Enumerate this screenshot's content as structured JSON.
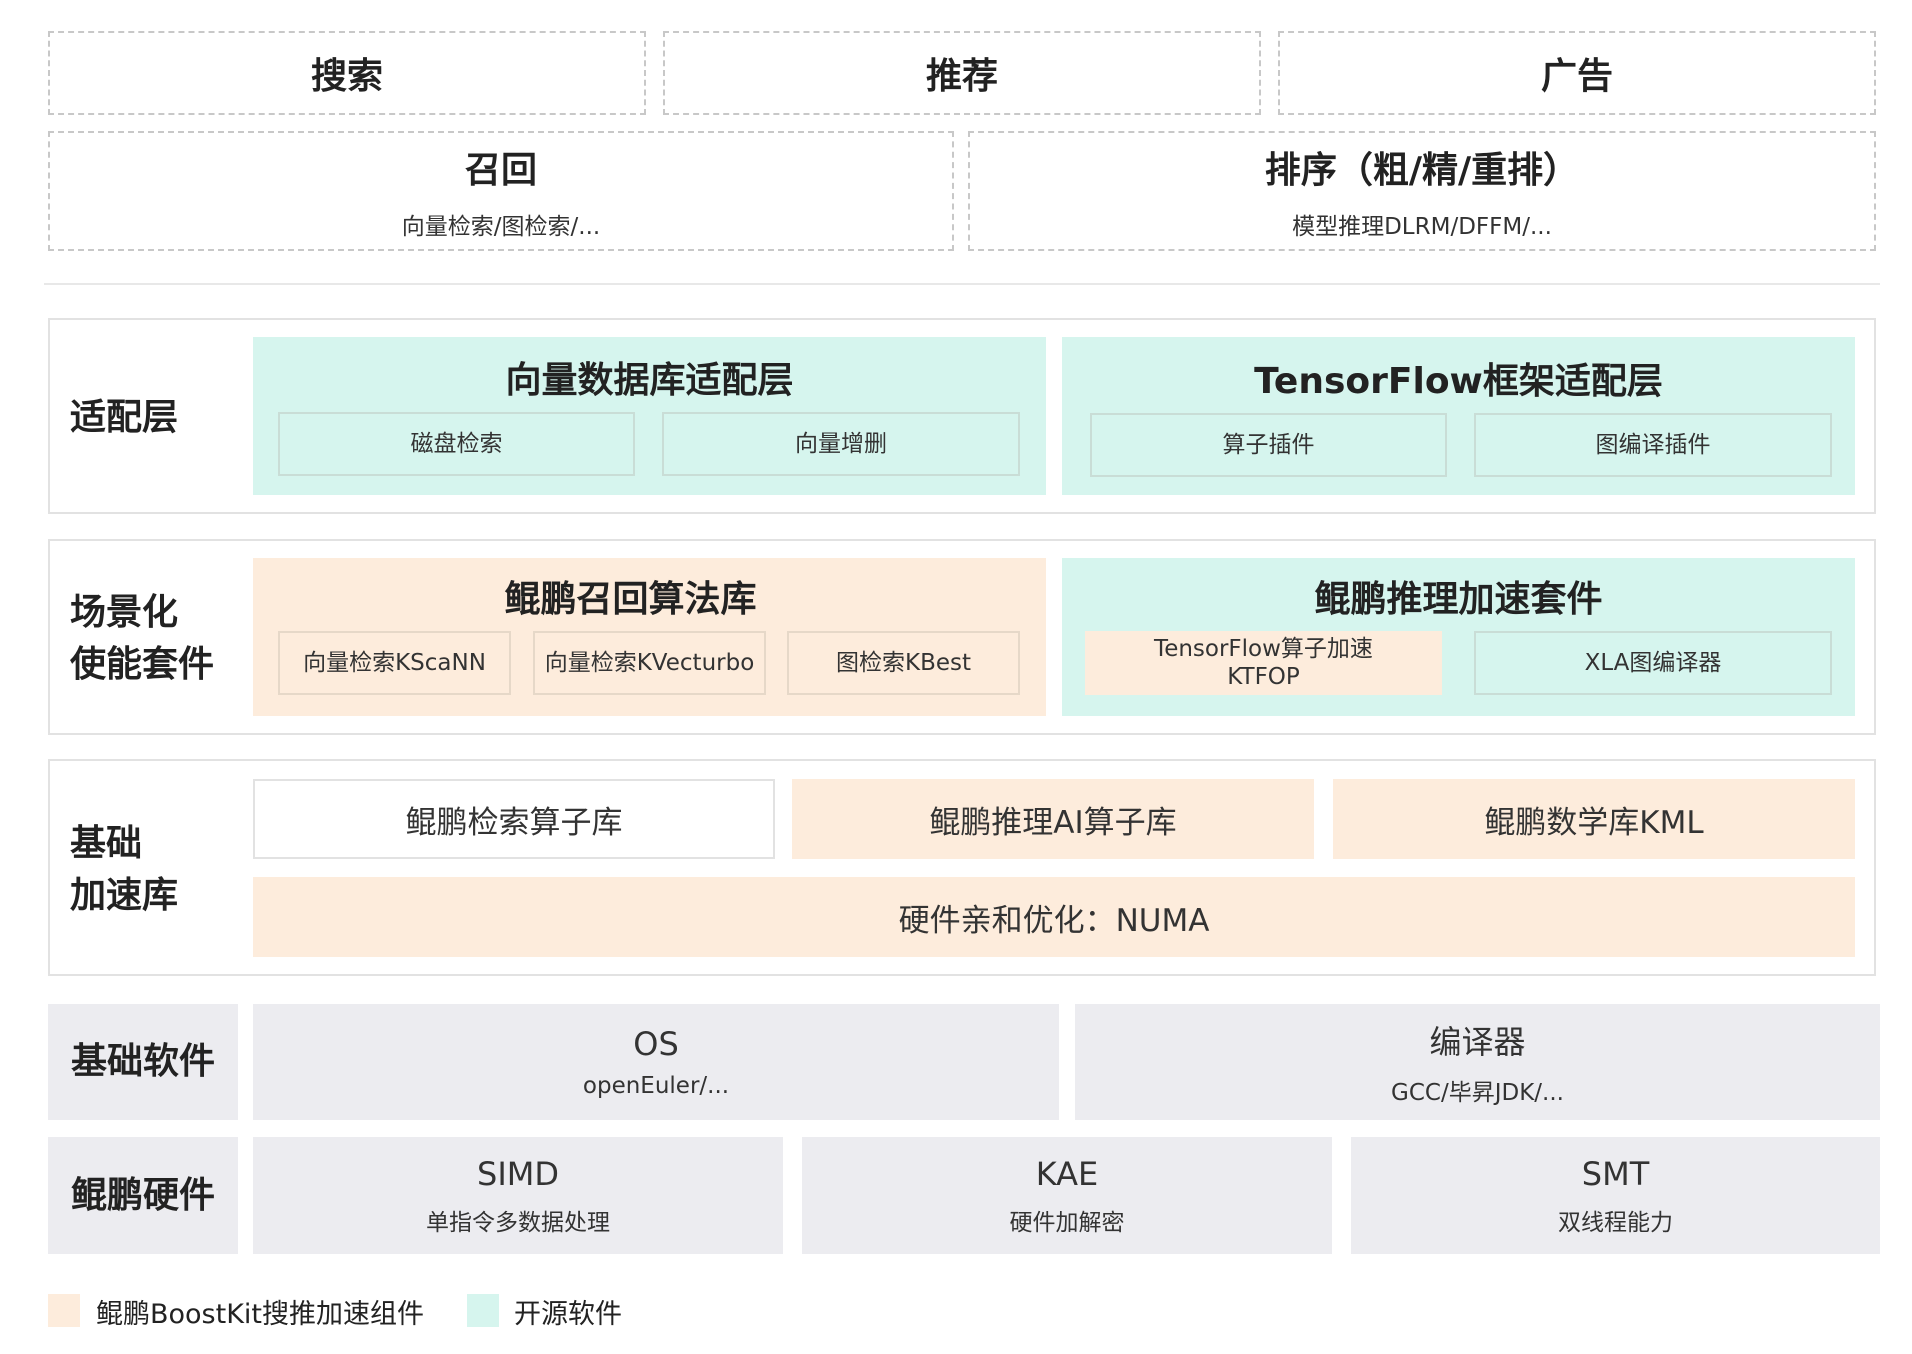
{
  "apps": [
    "搜索",
    "推荐",
    "广告"
  ],
  "stages": [
    {
      "title": "召回",
      "subtitle": "向量检索/图检索/..."
    },
    {
      "title": "排序（粗/精/重排）",
      "subtitle": "模型推理DLRM/DFFM/..."
    }
  ],
  "adapt_layer": {
    "label": "适配层",
    "groups": [
      {
        "title": "向量数据库适配层",
        "items": [
          "磁盘检索",
          "向量增删"
        ]
      },
      {
        "title": "TensorFlow框架适配层",
        "items": [
          "算子插件",
          "图编译插件"
        ]
      }
    ]
  },
  "scenario_layer": {
    "label_line1": "场景化",
    "label_line2": "使能套件",
    "groups": [
      {
        "title": "鲲鹏召回算法库",
        "items": [
          "向量检索KScaNN",
          "向量检索KVecturbo",
          "图检索KBest"
        ]
      },
      {
        "title": "鲲鹏推理加速套件",
        "items": [
          {
            "line1": "TensorFlow算子加速",
            "line2": "KTFOP"
          },
          {
            "line1": "XLA图编译器"
          }
        ]
      }
    ]
  },
  "base_accel": {
    "label_line1": "基础",
    "label_line2": "加速库",
    "libs": [
      "鲲鹏检索算子库",
      "鲲鹏推理AI算子库",
      "鲲鹏数学库KML"
    ],
    "hardware_opt": "硬件亲和优化：NUMA"
  },
  "base_software": {
    "label": "基础软件",
    "items": [
      {
        "title": "OS",
        "subtitle": "openEuler/..."
      },
      {
        "title": "编译器",
        "subtitle": "GCC/毕昇JDK/..."
      }
    ]
  },
  "kunpeng_hw": {
    "label": "鲲鹏硬件",
    "items": [
      {
        "title": "SIMD",
        "subtitle": "单指令多数据处理"
      },
      {
        "title": "KAE",
        "subtitle": "硬件加解密"
      },
      {
        "title": "SMT",
        "subtitle": "双线程能力"
      }
    ]
  },
  "legend": [
    {
      "label": "鲲鹏BoostKit搜推加速组件",
      "color": "#fdecdc"
    },
    {
      "label": "开源软件",
      "color": "#d6f5ee"
    }
  ]
}
